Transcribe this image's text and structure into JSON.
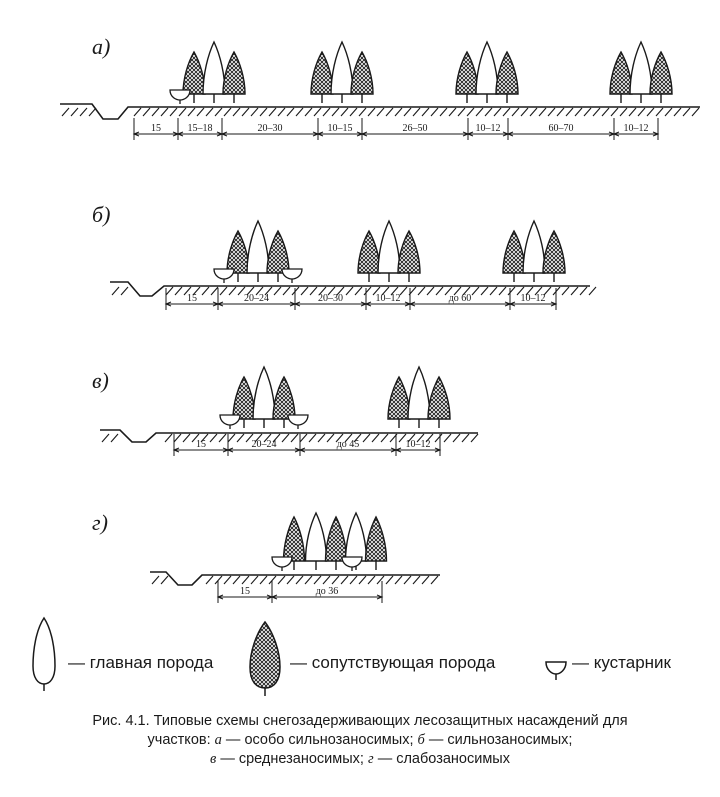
{
  "schemes": [
    {
      "label": "а)",
      "dimensions": [
        "15",
        "15–18",
        "20–30",
        "10–15",
        "26–50",
        "10–12",
        "60–70",
        "10–12"
      ]
    },
    {
      "label": "б)",
      "dimensions": [
        "15",
        "20–24",
        "20–30",
        "10–12",
        "до 60",
        "10–12"
      ]
    },
    {
      "label": "в)",
      "dimensions": [
        "15",
        "20–24",
        "до 45",
        "10–12"
      ]
    },
    {
      "label": "г)",
      "dimensions": [
        "15",
        "до 36"
      ]
    }
  ],
  "legend": {
    "main_species": "— главная порода",
    "companion_species": "— сопутствующая порода",
    "shrub": "— кустарник"
  },
  "caption": {
    "line1": "Рис. 4.1. Типовые схемы снегозадерживающих лесозащитных насаждений для",
    "line2_prefix": "участков:",
    "line2_a_letter": "а",
    "line2_a_text": "— особо сильнозаносимых;",
    "line2_b_letter": "б",
    "line2_b_text": "— сильнозаносимых;",
    "line3_v_letter": "в",
    "line3_v_text": "— среднезаносимых;",
    "line3_g_letter": "г",
    "line3_g_text": "— слабозаносимых"
  }
}
